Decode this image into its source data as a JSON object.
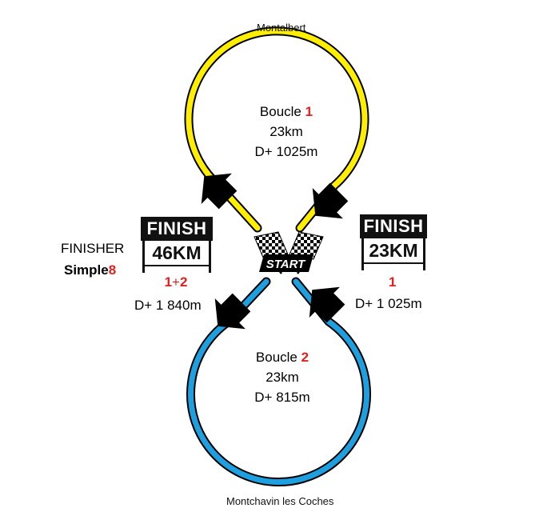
{
  "places": {
    "top": "Montalbert",
    "bottom": "Montchavin les Coches"
  },
  "loop1": {
    "name": "Boucle ",
    "number": "1",
    "distance": "23km",
    "elevation": "D+ 1025m",
    "color": "#ffee00"
  },
  "loop2": {
    "name": "Boucle ",
    "number": "2",
    "distance": "23km",
    "elevation": "D+ 815m",
    "color": "#1e9fdf"
  },
  "start": {
    "label": "START"
  },
  "finisher": {
    "line1": "FINISHER",
    "line2_prefix": "Simple",
    "line2_number": "8"
  },
  "sign_left": {
    "top": "FINISH",
    "distance": "46KM",
    "loops_a": "1",
    "loops_sep": "+",
    "loops_b": "2",
    "elevation": "D+ 1 840m"
  },
  "sign_right": {
    "top": "FINISH",
    "distance": "23KM",
    "loops": "1",
    "elevation": "D+ 1 025m"
  },
  "colors": {
    "accent_red": "#e41e1e",
    "outline": "#000000",
    "arrow": "#000000"
  }
}
